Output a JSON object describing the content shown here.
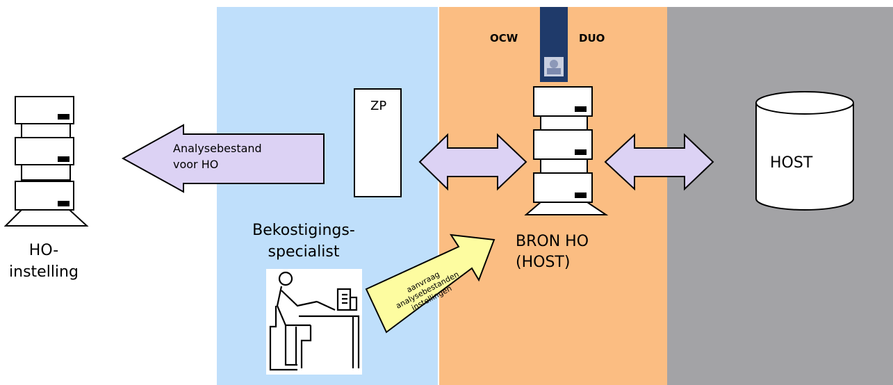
{
  "ho_instelling": "HO-\ninstelling",
  "arrow_analysebestand": "Analysebestand\nvoor HO",
  "zp_label": "ZP",
  "bekostigings_specialist": "Bekostigings-\nspecialist",
  "aanvraag_arrow": "aanvraag\nanalysebestanden\ninstellingen",
  "logo_left": "OCW",
  "logo_right": "DUO",
  "bron_ho": "BRON HO\n(HOST)",
  "host_db": "HOST",
  "colors": {
    "panel_blue": "#bfdffb",
    "panel_orange": "#fbbd82",
    "panel_gray": "#a3a3a6",
    "arrow_lilac": "#dcd2f4",
    "arrow_yellow": "#fdfca0",
    "logo_navy": "#1f3a6a"
  }
}
